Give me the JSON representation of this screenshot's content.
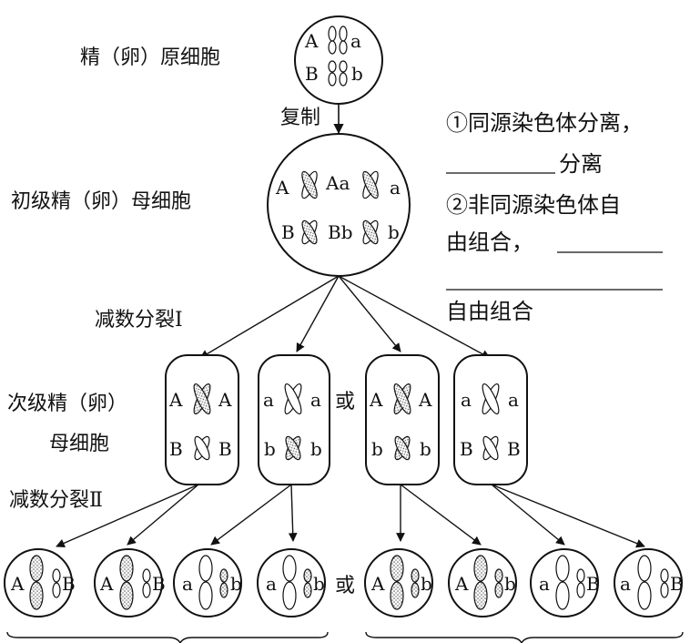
{
  "labels": {
    "spermatogonium": "精（卵）原细胞",
    "replication": "复制",
    "primary": "初级精（卵）母细胞",
    "meiosis1": "减数分裂Ⅰ",
    "secondary_line1": "次级精（卵）",
    "secondary_line2": "母细胞",
    "meiosis2": "减数分裂Ⅱ",
    "or_top": "或",
    "or_bottom": "或"
  },
  "notes": {
    "line1": "①同源染色体分离，",
    "line2": "分离",
    "line3": "②非同源染色体自",
    "line4": "由组合，",
    "line6": "自由组合"
  },
  "cells": {
    "origin": [
      "A",
      "a",
      "B",
      "b"
    ],
    "primary": [
      "A",
      "Aa",
      "a",
      "B",
      "Bb",
      "b"
    ],
    "secondary": [
      [
        "A",
        "A",
        "B",
        "B"
      ],
      [
        "a",
        "a",
        "b",
        "b"
      ],
      [
        "A",
        "A",
        "b",
        "b"
      ],
      [
        "a",
        "a",
        "B",
        "B"
      ]
    ],
    "gametes": [
      [
        "A",
        "B"
      ],
      [
        "A",
        "B"
      ],
      [
        "a",
        "b"
      ],
      [
        "a",
        "b"
      ],
      [
        "A",
        "b"
      ],
      [
        "A",
        "b"
      ],
      [
        "a",
        "B"
      ],
      [
        "a",
        "B"
      ]
    ]
  }
}
